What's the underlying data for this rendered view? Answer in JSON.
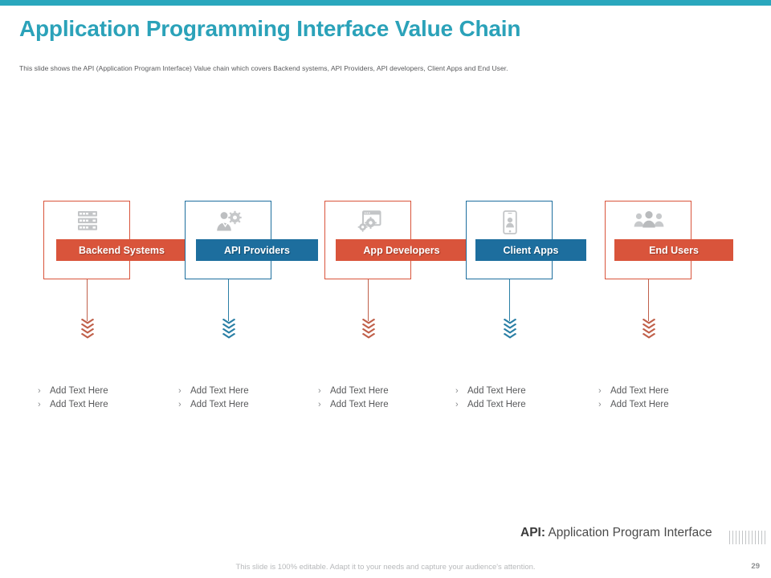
{
  "theme": {
    "accent_teal": "#2aa7bd",
    "title_color": "#2ba2b9",
    "orange": "#d9543b",
    "blue": "#1d6e9e",
    "icon_gray": "#b9bbbd",
    "body_gray": "#58595b"
  },
  "header": {
    "title": "Application Programming Interface Value Chain",
    "subtitle": "This slide shows the API (Application Program Interface) Value chain which covers Backend systems, API Providers, API developers, Client Apps and End User."
  },
  "chain": {
    "nodes": [
      {
        "label": "Backend Systems",
        "color": "orange",
        "icon": "server-rack-icon",
        "bullets": [
          "Add Text Here",
          "Add Text Here"
        ]
      },
      {
        "label": "API Providers",
        "color": "blue",
        "icon": "person-gear-icon",
        "bullets": [
          "Add Text Here",
          "Add Text Here"
        ]
      },
      {
        "label": "App Developers",
        "color": "orange",
        "icon": "window-gears-icon",
        "bullets": [
          "Add Text Here",
          "Add Text Here"
        ]
      },
      {
        "label": "Client Apps",
        "color": "blue",
        "icon": "mobile-phone-icon",
        "bullets": [
          "Add Text Here",
          "Add Text Here"
        ]
      },
      {
        "label": "End Users",
        "color": "orange",
        "icon": "people-group-icon",
        "bullets": [
          "Add Text Here",
          "Add Text Here"
        ]
      }
    ],
    "bullet_marker": "›"
  },
  "legend": {
    "abbrev": "API:",
    "expansion": " Application Program Interface"
  },
  "footer": {
    "note": "This slide is 100% editable. Adapt it to your needs and capture your audience's attention.",
    "page_number": "29"
  }
}
